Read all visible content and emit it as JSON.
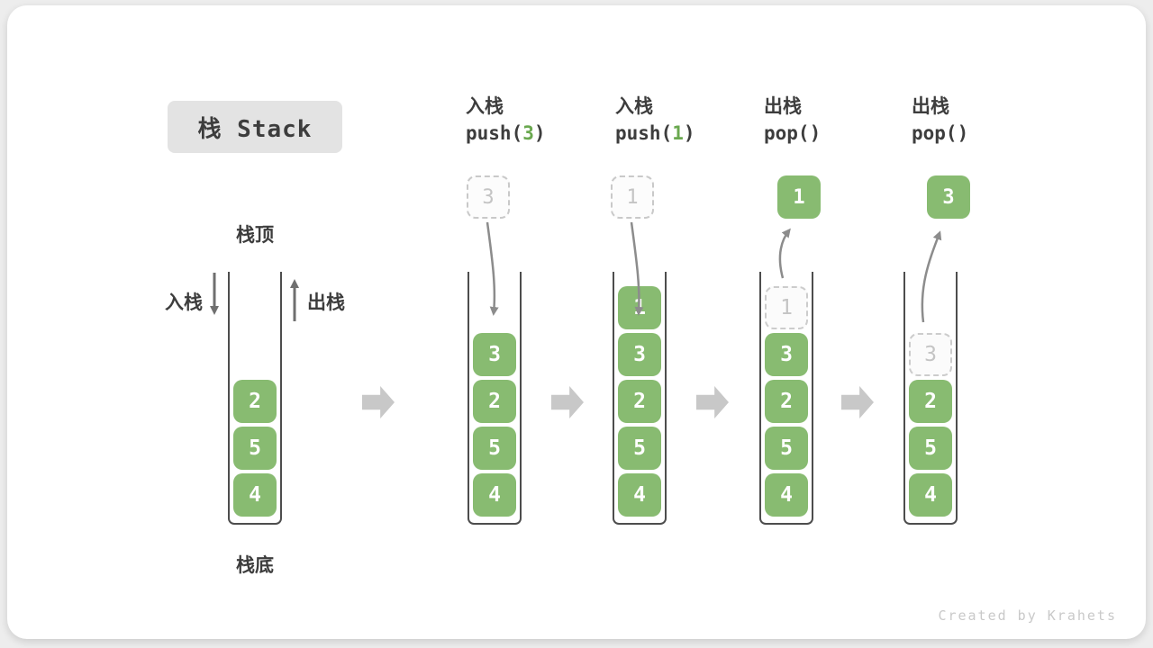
{
  "header": {
    "title": "栈 Stack"
  },
  "legend": {
    "stack_top": "栈顶",
    "stack_bottom": "栈底",
    "push_label": "入栈",
    "pop_label": "出栈"
  },
  "operations": [
    {
      "action": "入栈",
      "code_prefix": "push(",
      "code_arg": "3",
      "code_suffix": ")"
    },
    {
      "action": "入栈",
      "code_prefix": "push(",
      "code_arg": "1",
      "code_suffix": ")"
    },
    {
      "action": "出栈",
      "code_prefix": "pop(",
      "code_arg": "",
      "code_suffix": ")"
    },
    {
      "action": "出栈",
      "code_prefix": "pop(",
      "code_arg": "",
      "code_suffix": ")"
    }
  ],
  "floating_values": [
    {
      "value": "3",
      "style": "dashed"
    },
    {
      "value": "1",
      "style": "dashed"
    },
    {
      "value": "1",
      "style": "solid"
    },
    {
      "value": "3",
      "style": "solid"
    }
  ],
  "stacks": [
    {
      "blocks": [
        {
          "value": "2"
        },
        {
          "value": "5"
        },
        {
          "value": "4"
        }
      ]
    },
    {
      "blocks": [
        {
          "value": "3"
        },
        {
          "value": "2"
        },
        {
          "value": "5"
        },
        {
          "value": "4"
        }
      ]
    },
    {
      "blocks": [
        {
          "value": "1"
        },
        {
          "value": "3"
        },
        {
          "value": "2"
        },
        {
          "value": "5"
        },
        {
          "value": "4"
        }
      ]
    },
    {
      "blocks": [
        {
          "value": "1",
          "ghost": true
        },
        {
          "value": "3"
        },
        {
          "value": "2"
        },
        {
          "value": "5"
        },
        {
          "value": "4"
        }
      ]
    },
    {
      "blocks": [
        {
          "value": "3",
          "ghost": true
        },
        {
          "value": "2"
        },
        {
          "value": "5"
        },
        {
          "value": "4"
        }
      ]
    }
  ],
  "footer": {
    "credit": "Created by Krahets"
  },
  "colors": {
    "block_green": "#88bb71",
    "code_arg_green": "#6aa84f",
    "arrow_gray": "#8c8c8c",
    "transition_arrow_gray": "#c8c8c8",
    "text_dark": "#3d3d3d",
    "ghost_gray": "#c4c4c4"
  }
}
